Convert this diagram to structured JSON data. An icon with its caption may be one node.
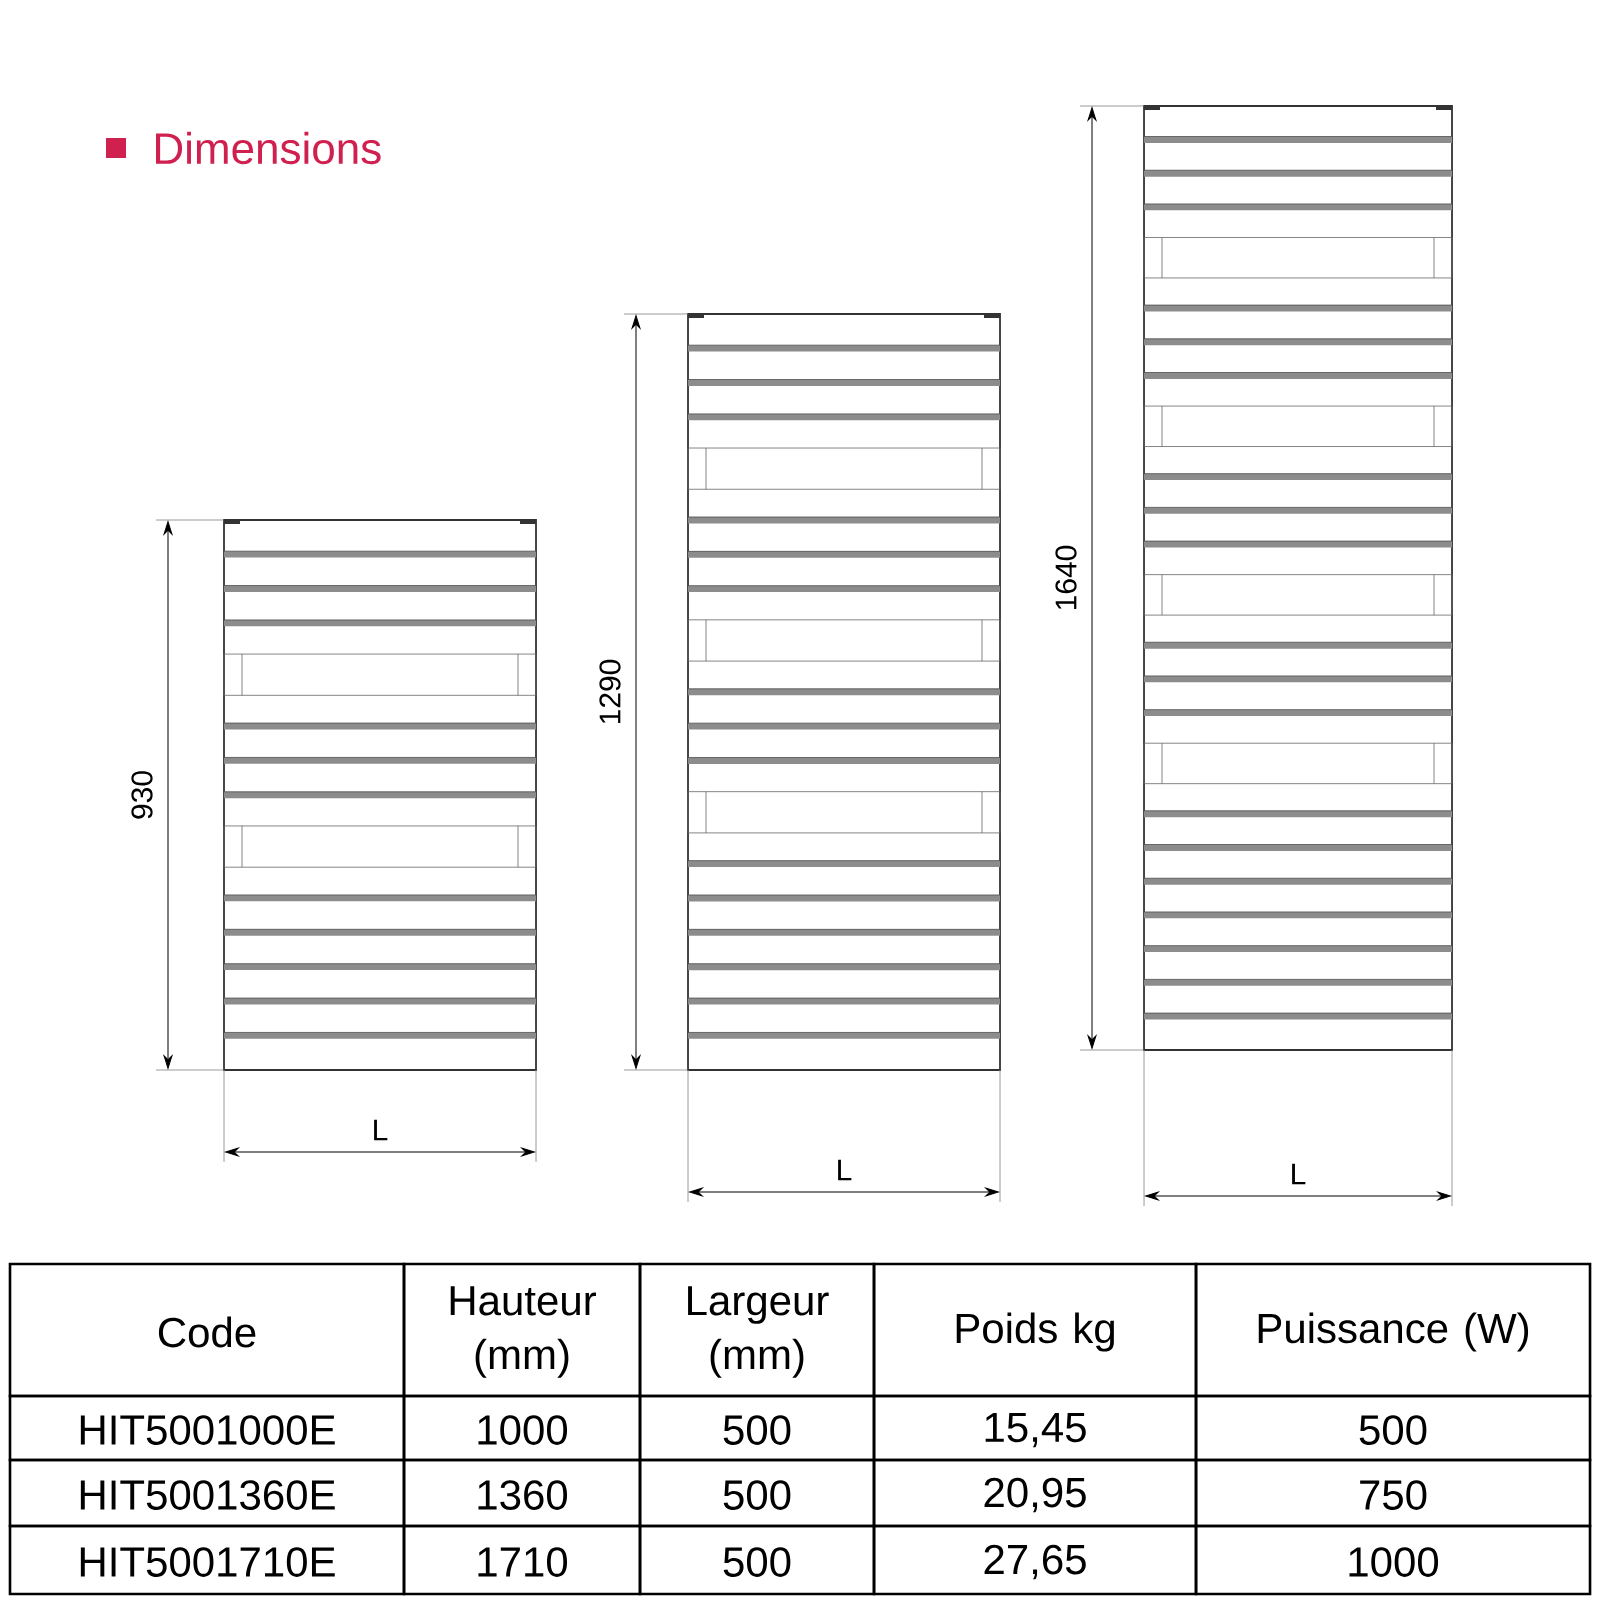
{
  "diagram": {
    "title": "Dimensions",
    "labels": [
      "930",
      "L",
      "1290",
      "L",
      "1640",
      "L",
      "Code",
      "Hauteur (mm)",
      "Largeur (mm)",
      "Poids kg",
      "Puissance (W)",
      "HIT5001000E",
      "1000",
      "500",
      "15,45",
      "500",
      "HIT5001360E",
      "1360",
      "500",
      "20,95",
      "750",
      "HIT5001710E",
      "1710",
      "500",
      "27,65",
      "1000"
    ]
  }
}
